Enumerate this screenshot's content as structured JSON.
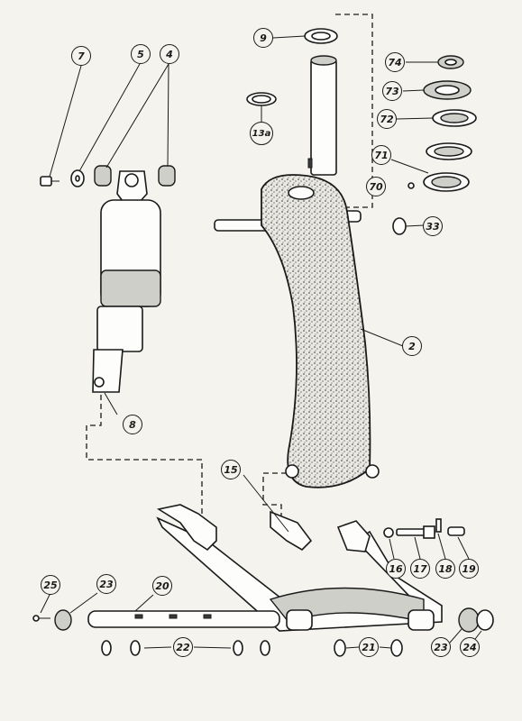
{
  "diagram": {
    "callouts": [
      {
        "id": "c-7",
        "label": "7"
      },
      {
        "id": "c-5",
        "label": "5"
      },
      {
        "id": "c-4",
        "label": "4"
      },
      {
        "id": "c-9",
        "label": "9"
      },
      {
        "id": "c-13a",
        "label": "13a"
      },
      {
        "id": "c-74",
        "label": "74"
      },
      {
        "id": "c-73",
        "label": "73"
      },
      {
        "id": "c-72",
        "label": "72"
      },
      {
        "id": "c-71",
        "label": "71"
      },
      {
        "id": "c-70",
        "label": "70"
      },
      {
        "id": "c-33",
        "label": "33"
      },
      {
        "id": "c-2",
        "label": "2"
      },
      {
        "id": "c-8",
        "label": "8"
      },
      {
        "id": "c-15",
        "label": "15"
      },
      {
        "id": "c-16",
        "label": "16"
      },
      {
        "id": "c-17",
        "label": "17"
      },
      {
        "id": "c-18",
        "label": "18"
      },
      {
        "id": "c-19",
        "label": "19"
      },
      {
        "id": "c-25",
        "label": "25"
      },
      {
        "id": "c-23a",
        "label": "23"
      },
      {
        "id": "c-20",
        "label": "20"
      },
      {
        "id": "c-22",
        "label": "22"
      },
      {
        "id": "c-21",
        "label": "21"
      },
      {
        "id": "c-23b",
        "label": "23"
      },
      {
        "id": "c-24",
        "label": "24"
      }
    ]
  }
}
